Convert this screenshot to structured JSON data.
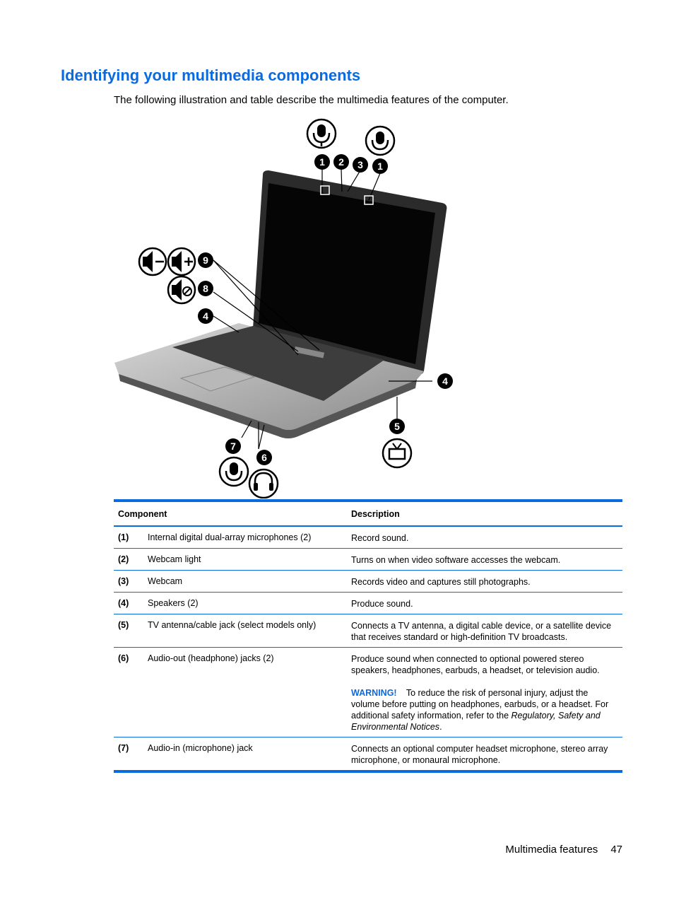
{
  "page": {
    "title": "Identifying your multimedia components",
    "intro": "The following illustration and table describe the multimedia features of the computer."
  },
  "illustration": {
    "callouts": [
      "1",
      "2",
      "3",
      "1",
      "9",
      "8",
      "4",
      "4",
      "5",
      "7",
      "6"
    ],
    "icons": [
      "microphone-icon",
      "microphone-icon",
      "volume-down-icon",
      "volume-up-icon",
      "mute-icon",
      "tv-icon",
      "microphone-icon",
      "headphone-icon"
    ]
  },
  "table": {
    "headers": {
      "component": "Component",
      "description": "Description"
    },
    "rows": [
      {
        "num": "(1)",
        "name": "Internal digital dual-array microphones (2)",
        "desc": "Record sound."
      },
      {
        "num": "(2)",
        "name": "Webcam light",
        "desc": "Turns on when video software accesses the webcam."
      },
      {
        "num": "(3)",
        "name": "Webcam",
        "desc": "Records video and captures still photographs."
      },
      {
        "num": "(4)",
        "name": "Speakers (2)",
        "desc": "Produce sound."
      },
      {
        "num": "(5)",
        "name": "TV antenna/cable jack (select models only)",
        "desc": "Connects a TV antenna, a digital cable device, or a satellite device that receives standard or high-definition TV broadcasts."
      },
      {
        "num": "(6)",
        "name": "Audio-out (headphone) jacks (2)",
        "desc": "Produce sound when connected to optional powered stereo speakers, headphones, earbuds, a headset, or television audio."
      },
      {
        "num": "(7)",
        "name": "Audio-in (microphone) jack",
        "desc": "Connects an optional computer headset microphone, stereo array microphone, or monaural microphone."
      }
    ],
    "warning": {
      "label": "WARNING!",
      "text": "To reduce the risk of personal injury, adjust the volume before putting on headphones, earbuds, or a headset. For additional safety information, refer to the",
      "italic": "Regulatory, Safety and Environmental Notices",
      "end": "."
    }
  },
  "footer": {
    "section": "Multimedia features",
    "page_number": "47"
  }
}
